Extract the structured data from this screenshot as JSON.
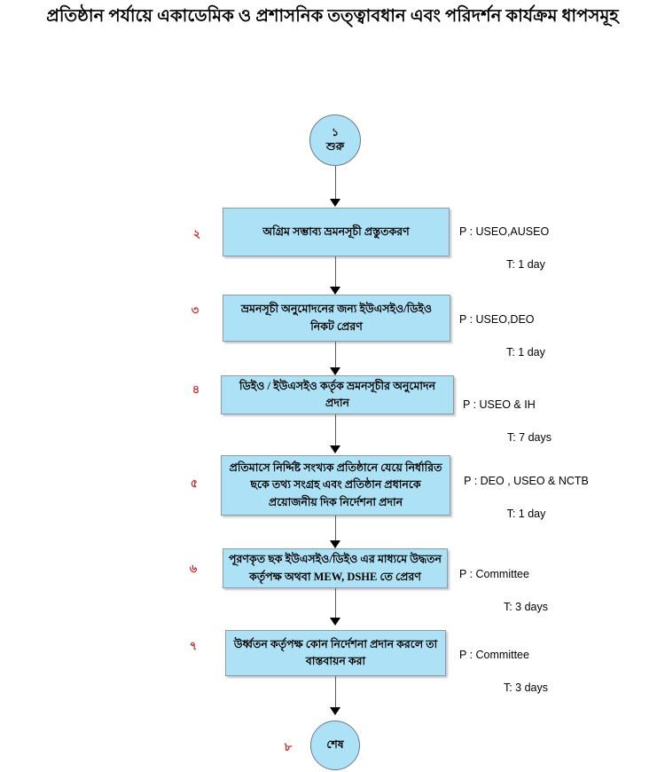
{
  "title": "প্রতিষ্ঠান পর্যায়ে একাডেমিক ও প্রশাসনিক তত্ত্বাবধান এবং পরিদর্শন কার্যক্রম ধাপসমূহ",
  "colors": {
    "node_fill": "#ADE1F5",
    "node_border": "#8C9BA5",
    "step_number": "#C62828",
    "connector": "#5A5A5A",
    "background": "#FFFFFF"
  },
  "start": {
    "number": "১",
    "label": "শুরু"
  },
  "end": {
    "number": "৮",
    "label": "শেষ"
  },
  "steps": [
    {
      "number": "২",
      "text": "অগ্রিম সম্ভাব্য ভ্রমনসূচী প্রস্তুতকরণ",
      "person": "P : USEO,AUSEO",
      "time": "T: 1 day"
    },
    {
      "number": "৩",
      "text": "ভ্রমনসূচী অনুমোদনের জন্য ইউএসইও/ডিইও নিকট  প্রেরণ",
      "person": "P : USEO,DEO",
      "time": "T: 1 day"
    },
    {
      "number": "৪",
      "text": "ডিইও / ইউএসইও কর্তৃক ভ্রমনসূচীর অনুমোদন প্রদান",
      "person": "P : USEO & IH",
      "time": "T: 7 days"
    },
    {
      "number": "৫",
      "text": "প্রতিমাসে নির্দ্দিষ্ট সংখ্যক প্রতিষ্ঠানে যেয়ে নির্ধারিত ছকে তথ্য সংগ্রহ এবং প্রতিষ্ঠান প্রধানকে প্রয়োজনীয় দিক নির্দেশনা প্রদান",
      "person": "P : DEO , USEO & NCTB",
      "time": "T: 1 day"
    },
    {
      "number": "৬",
      "text": "পূরণকৃত ছক ইউএসইও/ডিইও  এর মাধ্যমে উদ্ধতন কর্তৃপক্ষ অথবা MEW, DSHE তে প্রেরণ",
      "person": "P : Committee",
      "time": "T: 3 days"
    },
    {
      "number": "৭",
      "text": "উর্ধ্বতন কর্তৃপক্ষ কোন নির্দেশনা প্রদান করলে তা বাস্তবায়ন করা",
      "person": "P : Committee",
      "time": "T: 3 days"
    }
  ]
}
